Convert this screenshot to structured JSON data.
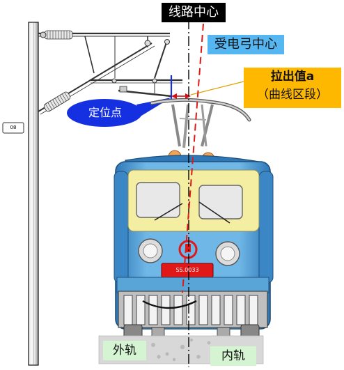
{
  "labels": {
    "track_center": "线路中心",
    "pantograph_center": "受电弓中心",
    "stagger_line1": "拉出值a",
    "stagger_line2": "（曲线区段）",
    "anchor_point": "定位点",
    "pole_tag": "08",
    "loco_plate": "SS.0033",
    "outer_rail": "外轨",
    "inner_rail": "内轨"
  },
  "colors": {
    "track_center_box": "#000000",
    "pantograph_box": "#55b6f1",
    "stagger_box": "#ffb800",
    "anchor_ellipse": "#1530e0",
    "pantograph_axis": "#e01818",
    "loco_body": "#5aa5d8",
    "loco_front": "#f3eea2",
    "rail_label_bg": "#d5f5d2"
  }
}
